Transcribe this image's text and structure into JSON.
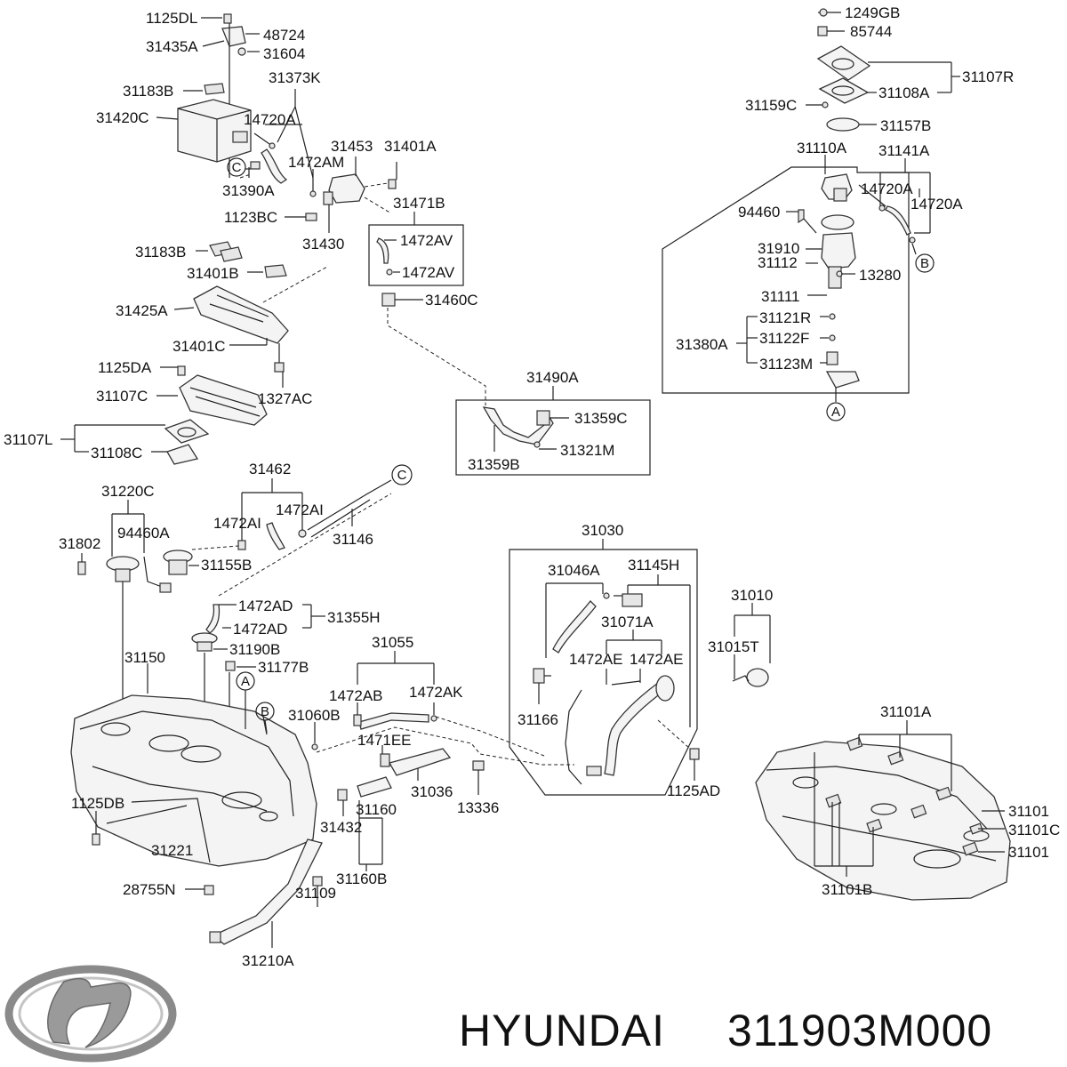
{
  "labels": {
    "l1125DL": "1125DL",
    "l48724": "48724",
    "l31435A": "31435A",
    "l31604": "31604",
    "l31183B_a": "31183B",
    "l31373K": "31373K",
    "l31420C": "31420C",
    "l14720A_a": "14720A",
    "l1472AM": "1472AM",
    "l31453": "31453",
    "l31401A": "31401A",
    "l31390A": "31390A",
    "l1123BC": "1123BC",
    "l31430": "31430",
    "l31471B": "31471B",
    "l1472AV_a": "1472AV",
    "l1472AV_b": "1472AV",
    "l31460C": "31460C",
    "l31183B_b": "31183B",
    "l31401B": "31401B",
    "l31425A": "31425A",
    "l31401C": "31401C",
    "l1125DA": "1125DA",
    "l31107C": "31107C",
    "l1327AC": "1327AC",
    "l31107L": "31107L",
    "l31108C": "31108C",
    "l31490A": "31490A",
    "l31359C": "31359C",
    "l31359B": "31359B",
    "l31321M": "31321M",
    "l1249GB": "1249GB",
    "l85744": "85744",
    "l31107R": "31107R",
    "l31108A": "31108A",
    "l31159C": "31159C",
    "l31157B": "31157B",
    "l31110A": "31110A",
    "l31141A": "31141A",
    "l14720A_b": "14720A",
    "l14720A_c": "14720A",
    "l94460": "94460",
    "l31910": "31910",
    "l31112": "31112",
    "l13280": "13280",
    "l31111": "31111",
    "l31121R": "31121R",
    "l31380A": "31380A",
    "l31122F": "31122F",
    "l31123M": "31123M",
    "l31462": "31462",
    "l31220C": "31220C",
    "l1472AI_a": "1472AI",
    "l1472AI_b": "1472AI",
    "l31802": "31802",
    "l94460A": "94460A",
    "l31146": "31146",
    "l31155B": "31155B",
    "l1472AD_a": "1472AD",
    "l31355H": "31355H",
    "l1472AD_b": "1472AD",
    "l31190B": "31190B",
    "l31150": "31150",
    "l31177B": "31177B",
    "l31055": "31055",
    "l1472AB": "1472AB",
    "l1472AK": "1472AK",
    "l31060B": "31060B",
    "l1471EE": "1471EE",
    "l31030": "31030",
    "l31046A": "31046A",
    "l31145H": "31145H",
    "l31071A": "31071A",
    "l1472AE_a": "1472AE",
    "l1472AE_b": "1472AE",
    "l31166": "31166",
    "l1125AD": "1125AD",
    "l31010": "31010",
    "l31015T": "31015T",
    "l1125DB": "1125DB",
    "l31221": "31221",
    "l28755N": "28755N",
    "l31432": "31432",
    "l31160": "31160",
    "l31160B": "31160B",
    "l31036": "31036",
    "l13336": "13336",
    "l31109": "31109",
    "l31210A": "31210A",
    "l31101A": "31101A",
    "l31101_a": "31101",
    "l31101C": "31101C",
    "l31101_b": "31101",
    "l31101B": "31101B"
  },
  "callouts": {
    "A_top": "A",
    "A_tank": "A",
    "B_pump": "B",
    "B_tank": "B",
    "C_canister": "C",
    "C_filler": "C"
  },
  "footer": {
    "brand": "HYUNDAI",
    "part_number": "311903M000"
  }
}
